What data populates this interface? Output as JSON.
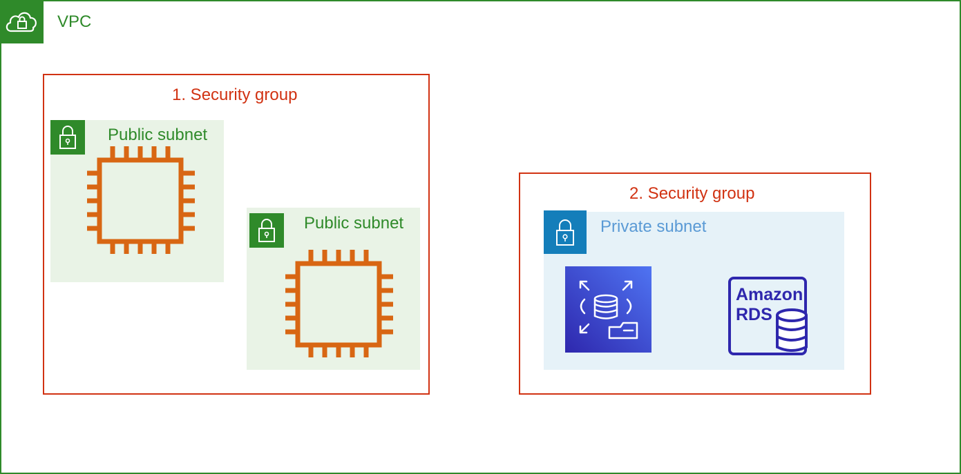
{
  "vpc": {
    "label": "VPC",
    "icon": "cloud-lock-icon",
    "color": "#2f8a2a"
  },
  "security_groups": [
    {
      "title": "1. Security group",
      "color": "#d13212"
    },
    {
      "title": "2. Security group",
      "color": "#d13212"
    }
  ],
  "public_subnets": [
    {
      "label": "Public subnet",
      "icon": "padlock-icon",
      "resource_icon": "ec2-instance-chip-icon"
    },
    {
      "label": "Public subnet",
      "icon": "padlock-icon",
      "resource_icon": "ec2-instance-chip-icon"
    }
  ],
  "private_subnet": {
    "label": "Private subnet",
    "icon": "padlock-icon",
    "resources": [
      {
        "icon": "rds-service-icon"
      },
      {
        "icon": "amazon-rds-logo-icon",
        "logo_text": [
          "Amazon",
          "RDS"
        ]
      }
    ]
  },
  "colors": {
    "public_green": "#2f8a2a",
    "public_fill": "#e9f3e6",
    "private_blue": "#147eba",
    "private_fill": "#e6f2f8",
    "ec2_orange": "#d86613",
    "rds_indigo": "#2e27ad"
  }
}
